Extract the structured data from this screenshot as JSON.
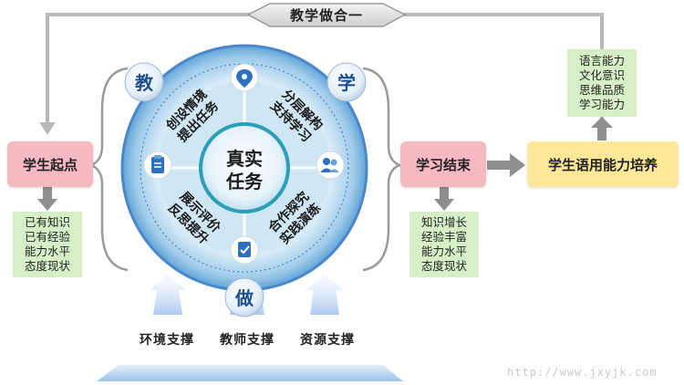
{
  "banner": "教学做合一",
  "start": {
    "label": "学生起点",
    "items": [
      "已有知识",
      "已有经验",
      "能力水平",
      "态度现状"
    ]
  },
  "end": {
    "label": "学习结束",
    "items": [
      "知识增长",
      "经验丰富",
      "能力水平",
      "态度现状"
    ]
  },
  "goal": {
    "label": "学生语用能力培养",
    "items": [
      "语言能力",
      "文化意识",
      "思维品质",
      "学习能力"
    ]
  },
  "wheel": {
    "center": [
      "真实",
      "任务"
    ],
    "badges": {
      "teach": "教",
      "learn": "学",
      "do": "做"
    },
    "quadrants": {
      "top_left": [
        "创设情境",
        "提出任务"
      ],
      "top_right": [
        "分层解构",
        "支持学习"
      ],
      "bottom_right": [
        "合作探究",
        "实践演练"
      ],
      "bottom_left": [
        "展示评价",
        "反思提升"
      ]
    },
    "icons": [
      "location-pin-icon",
      "users-icon",
      "task-check-icon",
      "clipboard-icon"
    ]
  },
  "supports": [
    "环境支撑",
    "教师支撑",
    "资源支撑"
  ],
  "watermark": "http://www.jxyjk.com",
  "colors": {
    "pink": "#f6b9c2",
    "green": "#d6efc6",
    "yellow": "#fde89a",
    "gray": "#b5b5b5",
    "ring": "#3a78c2",
    "teal": "#2a9fb5"
  }
}
